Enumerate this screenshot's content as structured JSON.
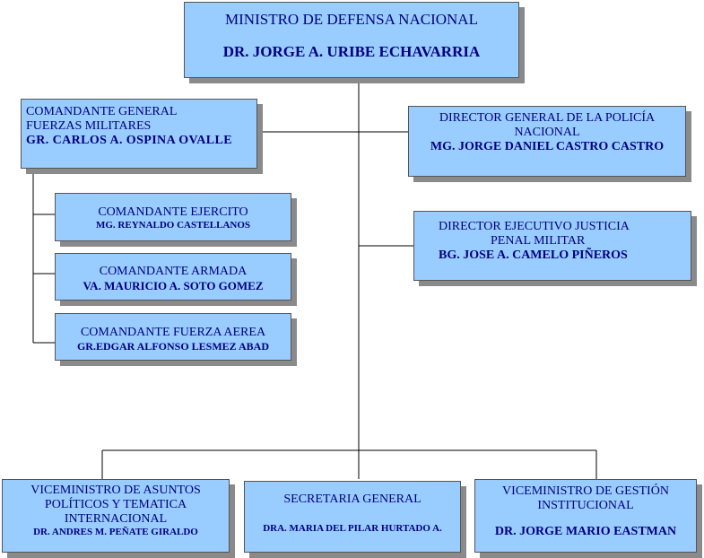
{
  "minister": {
    "title": "MINISTRO DE DEFENSA NACIONAL",
    "name": "DR. JORGE A. URIBE ECHAVARRIA"
  },
  "commander_general": {
    "line1": "COMANDANTE GENERAL",
    "line2": "FUERZAS MILITARES",
    "name": "GR. CARLOS A. OSPINA OVALLE"
  },
  "police_director": {
    "line1": "DIRECTOR GENERAL DE LA POLICÍA",
    "line2": "NACIONAL",
    "name": "MG. JORGE DANIEL CASTRO CASTRO"
  },
  "army": {
    "title": "COMANDANTE EJERCITO",
    "name": "MG. REYNALDO CASTELLANOS"
  },
  "navy": {
    "title": "COMANDANTE ARMADA",
    "name": "VA. MAURICIO A. SOTO GOMEZ"
  },
  "air_force": {
    "title": "COMANDANTE FUERZA AEREA",
    "name": "GR.EDGAR ALFONSO LESMEZ ABAD"
  },
  "justice_director": {
    "line1": "DIRECTOR EJECUTIVO JUSTICIA",
    "line2": "PENAL MILITAR",
    "name": "BG. JOSE A. CAMELO PIÑEROS"
  },
  "vice_political": {
    "line1": "VICEMINISTRO DE ASUNTOS",
    "line2": "POLÍTICOS Y TEMATICA",
    "line3": "INTERNACIONAL",
    "name": "DR. ANDRES M. PEÑATE GIRALDO"
  },
  "secretary": {
    "title": "SECRETARIA GENERAL",
    "name": "DRA. MARIA DEL PILAR HURTADO A."
  },
  "vice_management": {
    "line1": "VICEMINISTRO DE GESTIÓN",
    "line2": "INSTITUCIONAL",
    "name": "DR. JORGE MARIO EASTMAN"
  },
  "colors": {
    "box_fill": "#99ccff",
    "text": "#000080",
    "shadow": "#8a8a8a",
    "connector": "#000000"
  }
}
